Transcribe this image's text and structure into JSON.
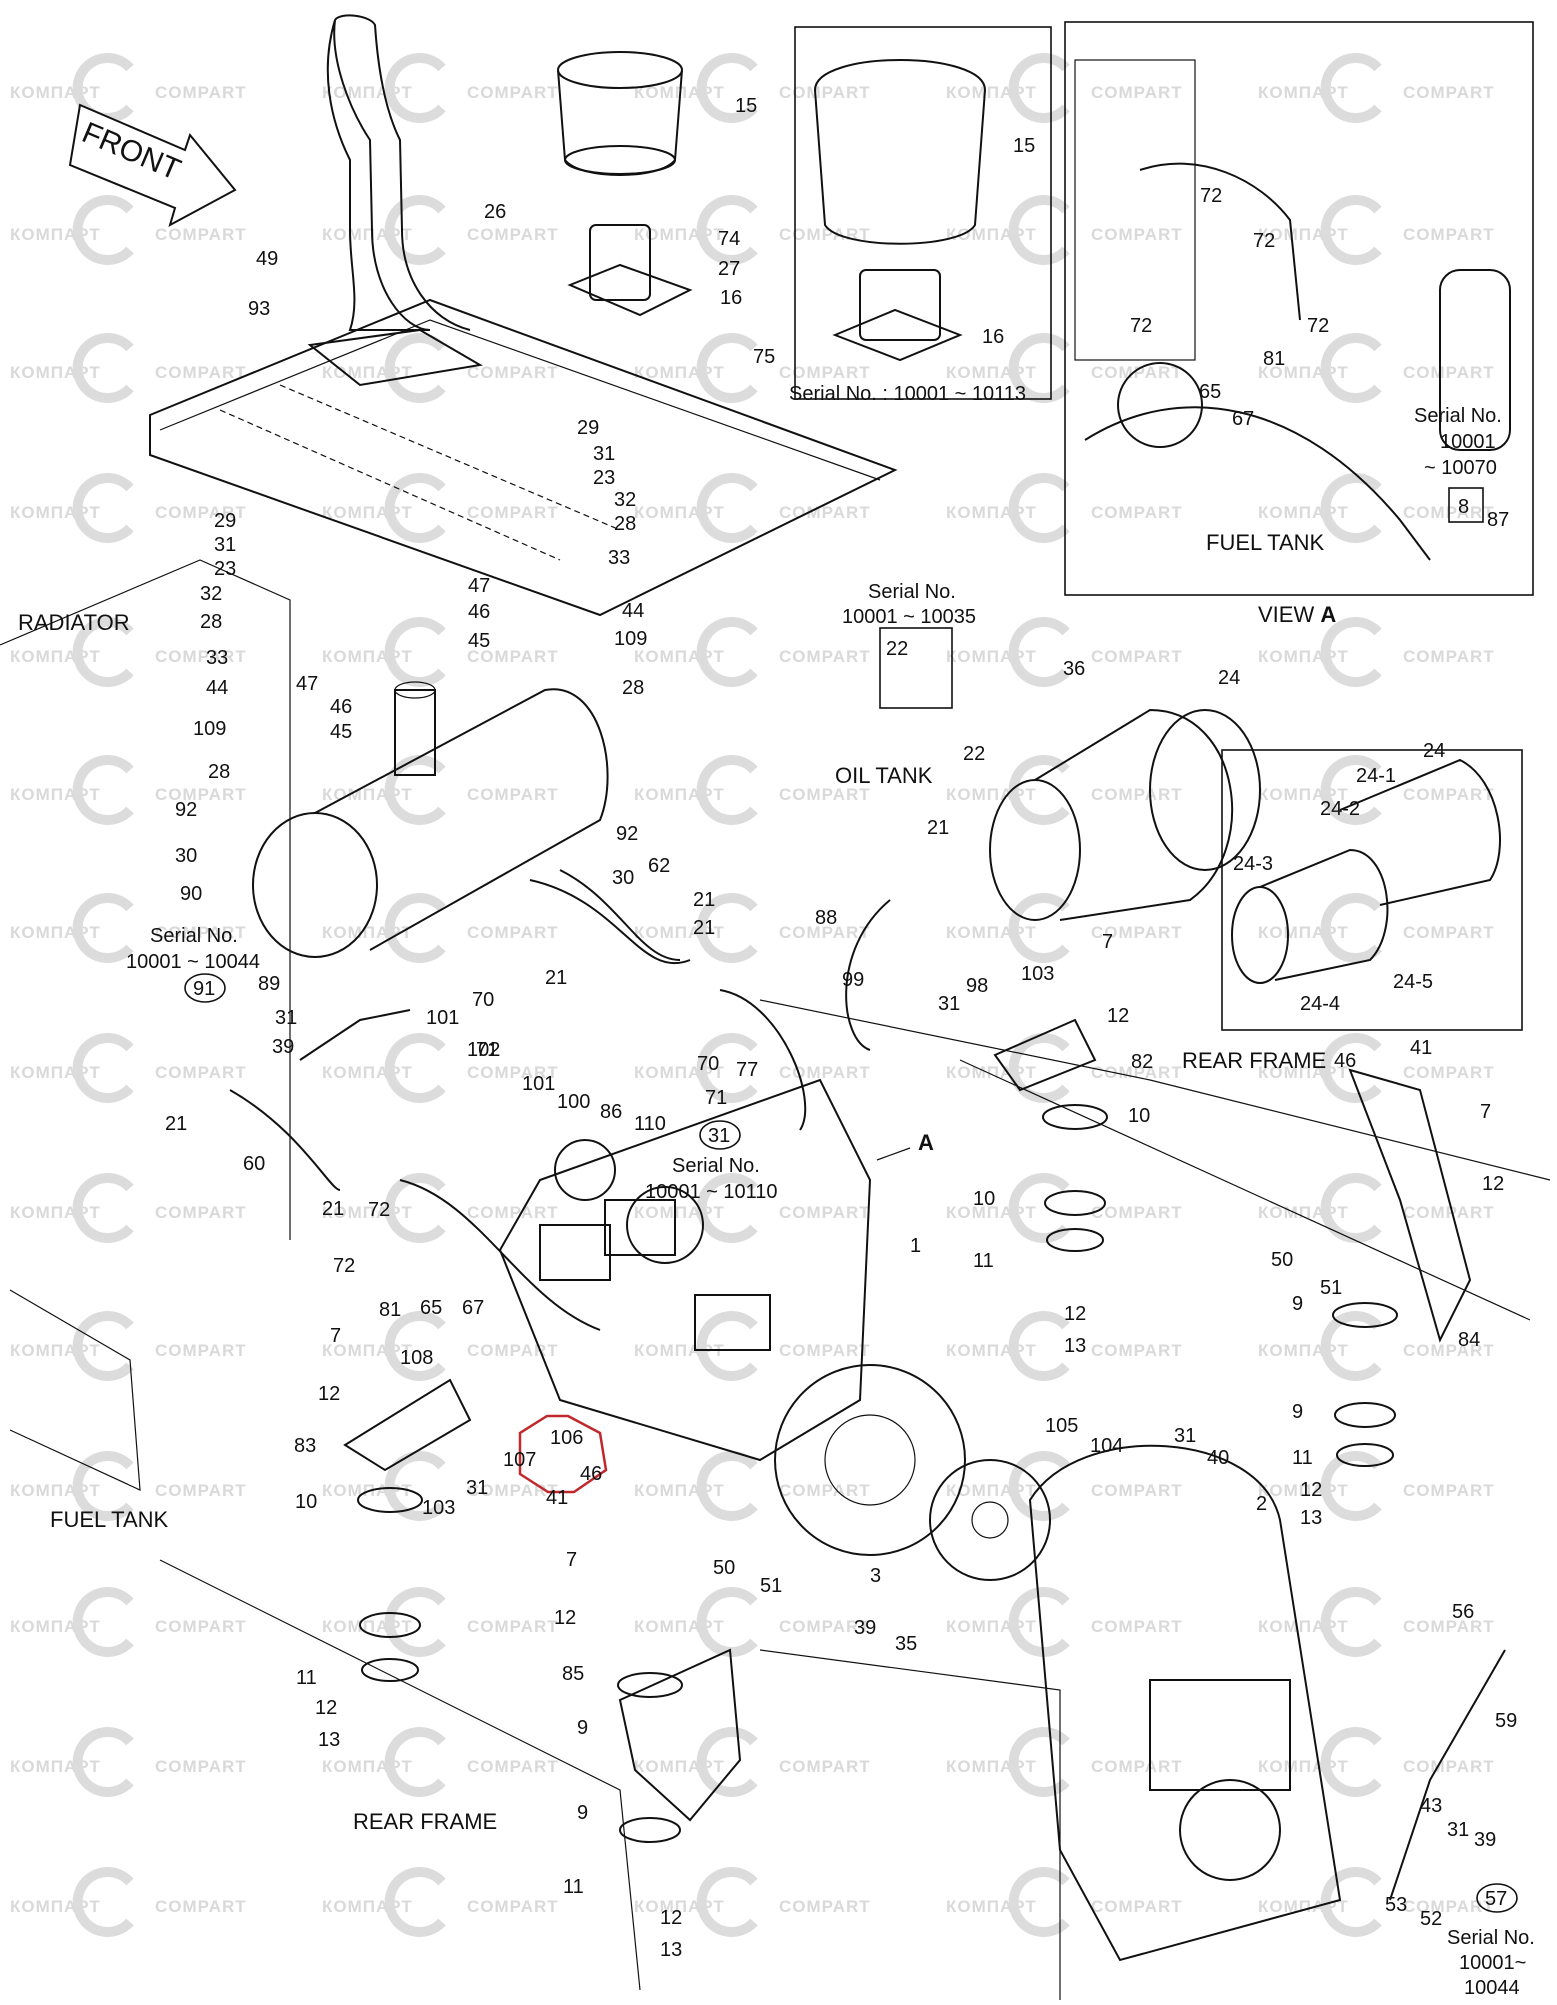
{
  "watermarks": [
    "КОМПАРТ",
    "COMPART"
  ],
  "front_arrow": "FRONT",
  "region_labels": {
    "radiator": "RADIATOR",
    "oil_tank": "OIL TANK",
    "rear_frame_right": "REAR FRAME",
    "rear_frame_bottom": "REAR FRAME",
    "fuel_tank_left": "FUEL TANK",
    "fuel_tank_view": "FUEL TANK",
    "view_a_prefix": "VIEW ",
    "view_a_letter": "A",
    "arrow_a": "A"
  },
  "serial_notes": {
    "inset_15": "Serial No. : 10001 ~ 10113",
    "view_a_1": "Serial No.",
    "view_a_2": "10001",
    "view_a_3": "~ 10070",
    "oil_1": "Serial No.",
    "oil_2": "10001 ~ 10035",
    "muffler_1": "Serial No.",
    "muffler_2": "10001 ~ 10044",
    "engine_1": "Serial No.",
    "engine_2": "10001 ~ 10110",
    "dipstick_1": "Serial No.",
    "dipstick_2": "10001~",
    "dipstick_3": "10044"
  },
  "circled_refs": [
    "91",
    "31",
    "57"
  ],
  "boxed_refs": [
    "8",
    "22"
  ],
  "highlighted_ref": "106",
  "callouts": {
    "c15a": "15",
    "c15b": "15",
    "c16a": "16",
    "c16b": "16",
    "c26": "26",
    "c74": "74",
    "c27": "27",
    "c75": "75",
    "c49": "49",
    "c93": "93",
    "c29a": "29",
    "c31a": "31",
    "c23a": "23",
    "c32a": "32",
    "c28a": "28",
    "c33a": "33",
    "c29b": "29",
    "c31b": "31",
    "c23b": "23",
    "c32b": "32",
    "c28b": "28",
    "c33b": "33",
    "c47a": "47",
    "c46a": "46",
    "c45a": "45",
    "c44a": "44",
    "c109a": "109",
    "c28c": "28",
    "c44b": "44",
    "c47b": "47",
    "c46b": "46",
    "c45b": "45",
    "c109b": "109",
    "c28d": "28",
    "c92a": "92",
    "c30a": "30",
    "c90": "90",
    "c92b": "92",
    "c30b": "30",
    "c62": "62",
    "c21a": "21",
    "c21b": "21",
    "c21c": "21",
    "c21d": "21",
    "c21e": "21",
    "c89": "89",
    "c31c": "31",
    "c39a": "39",
    "c60": "60",
    "c72a": "72",
    "c72b": "72",
    "c81a": "81",
    "c65a": "65",
    "c67a": "67",
    "c101a": "101",
    "c102": "102",
    "c101b": "101",
    "c100": "100",
    "c86": "86",
    "c110": "110",
    "c70a": "70",
    "c71a": "71",
    "c70b": "70",
    "c77": "77",
    "c71b": "71",
    "c88": "88",
    "c99": "99",
    "c98": "98",
    "c31d": "31",
    "c103a": "103",
    "c7a": "7",
    "c12a": "12",
    "c82": "82",
    "c10a": "10",
    "c10b": "10",
    "c11a": "11",
    "c12b": "12",
    "c13a": "13",
    "c1": "1",
    "c36": "36",
    "c24a": "24",
    "c22b": "22",
    "c21f": "21",
    "c24b": "24",
    "c24_1": "24-1",
    "c24_2": "24-2",
    "c24_3": "24-3",
    "c24_4": "24-4",
    "c24_5": "24-5",
    "c72c": "72",
    "c72d": "72",
    "c72e": "72",
    "c72f": "72",
    "c81b": "81",
    "c65b": "65",
    "c67b": "67",
    "c87": "87",
    "c46c": "46",
    "c41a": "41",
    "c7b": "7",
    "c12c": "12",
    "c50a": "50",
    "c51a": "51",
    "c9a": "9",
    "c84": "84",
    "c9b": "9",
    "c11b": "11",
    "c12d": "12",
    "c13b": "13",
    "c7c": "7",
    "c108": "108",
    "c12e": "12",
    "c83": "83",
    "c31e": "31",
    "c103b": "103",
    "c107": "107",
    "c46d": "46",
    "c41b": "41",
    "c10c": "10",
    "c11c": "11",
    "c12f": "12",
    "c13c": "13",
    "c7d": "7",
    "c12g": "12",
    "c50b": "50",
    "c51b": "51",
    "c85": "85",
    "c9c": "9",
    "c9d": "9",
    "c11d": "11",
    "c12h": "12",
    "c13d": "13",
    "c105": "105",
    "c104": "104",
    "c31f": "31",
    "c40": "40",
    "c2": "2",
    "c3": "3",
    "c39b": "39",
    "c35": "35",
    "c56": "56",
    "c59": "59",
    "c43": "43",
    "c31g": "31",
    "c39c": "39",
    "c53": "53",
    "c52": "52"
  }
}
